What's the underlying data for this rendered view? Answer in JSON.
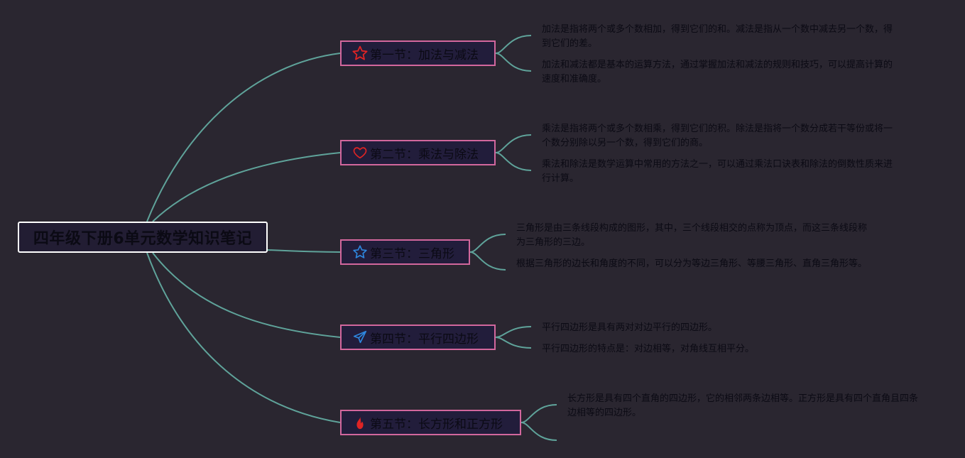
{
  "root": {
    "title": "四年级下册6单元数学知识笔记"
  },
  "colors": {
    "background": "#2a2630",
    "link": "#5fa39a",
    "section_border": "#d2679d",
    "section_fill": "#221d3b",
    "root_border": "#ffffff",
    "text": "#0b0a14"
  },
  "sections": [
    {
      "title": "第一节：加法与减法",
      "icon": "star-outline-icon",
      "icon_color": "#e02424",
      "notes": [
        "加法是指将两个或多个数相加，得到它们的和。减法是指从一个数中减去另一个数，得到它们的差。",
        "加法和减法都是基本的运算方法，通过掌握加法和减法的规则和技巧，可以提高计算的速度和准确度。"
      ]
    },
    {
      "title": "第二节：乘法与除法",
      "icon": "heart-outline-icon",
      "icon_color": "#e02424",
      "notes": [
        "乘法是指将两个或多个数相乘，得到它们的积。除法是指将一个数分成若干等份或将一个数分别除以另一个数，得到它们的商。",
        "乘法和除法是数学运算中常用的方法之一，可以通过乘法口诀表和除法的倒数性质来进行计算。"
      ]
    },
    {
      "title": "第三节：三角形",
      "icon": "star-outline-icon",
      "icon_color": "#2e86de",
      "notes": [
        "三角形是由三条线段构成的图形，其中，三个线段相交的点称为顶点，而这三条线段称为三角形的三边。",
        "根据三角形的边长和角度的不同，可以分为等边三角形、等腰三角形、直角三角形等。"
      ]
    },
    {
      "title": "第四节：平行四边形",
      "icon": "paper-plane-icon",
      "icon_color": "#2e86de",
      "notes": [
        "平行四边形是具有两对对边平行的四边形。",
        "平行四边形的特点是：对边相等，对角线互相平分。"
      ]
    },
    {
      "title": "第五节：长方形和正方形",
      "icon": "fire-icon",
      "icon_color": "#e02424",
      "notes": [
        "长方形是具有四个直角的四边形，它的相邻两条边相等。正方形是具有四个直角且四条边相等的四边形。"
      ]
    }
  ]
}
